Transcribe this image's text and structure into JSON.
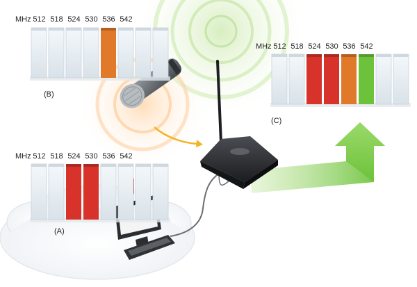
{
  "colors": {
    "free": "#e8eef2",
    "red": "#d8332b",
    "orange": "#e07a2a",
    "green": "#6cc23a",
    "signal": "#ffd24a",
    "arrow": "#7ccb3a",
    "cloud": "#f3f5f8"
  },
  "panel_a": {
    "label": "(A)",
    "unit": "MHz",
    "frequencies": [
      "512",
      "518",
      "524",
      "530",
      "536",
      "542"
    ],
    "channel_states": [
      "free",
      "free",
      "red",
      "red",
      "free",
      "free",
      "free",
      "free"
    ]
  },
  "panel_b": {
    "label": "(B)",
    "unit": "MHz",
    "frequencies": [
      "512",
      "518",
      "524",
      "530",
      "536",
      "542"
    ],
    "channel_states": [
      "free",
      "free",
      "free",
      "free",
      "orange",
      "free",
      "free",
      "free"
    ]
  },
  "panel_c": {
    "label": "(C)",
    "unit": "MHz",
    "frequencies": [
      "512",
      "518",
      "524",
      "530",
      "536",
      "542"
    ],
    "channel_states": [
      "free",
      "free",
      "red",
      "red",
      "orange",
      "green",
      "free",
      "free"
    ]
  },
  "icons": {
    "microphone": "microphone-icon",
    "receiver": "wireless-receiver-icon",
    "computer": "computer-icon",
    "keyboard": "keyboard-icon",
    "arrow": "arrow-up-icon"
  }
}
